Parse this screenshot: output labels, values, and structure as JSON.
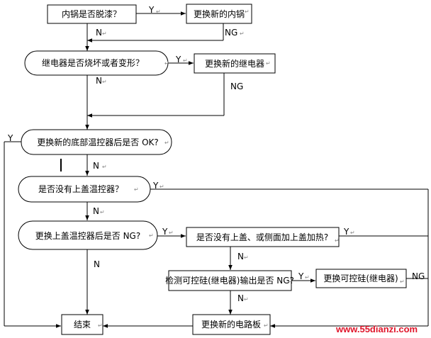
{
  "nodes": {
    "q_inner_pot": "内锅是否脱漆？",
    "replace_inner_pot": "更换新的内锅",
    "q_relay": "继电器是否烧坏或者变形？",
    "replace_relay": "更换新的继电器",
    "q_bottom_thermo": "更换新的底部温控器后是否 OK?",
    "q_no_top_thermo": "是否没有上盖温控器？",
    "q_top_thermo": "更换上盖温控器后是否 NG?",
    "q_lid_heating": "是否没有上盖、或侧面加上盖加热?",
    "q_scr_output": "检测可控硅(继电器)输出是否 NG?",
    "replace_scr": "更换可控硅(继电器)",
    "end": "结束",
    "replace_board": "更换新的电路板"
  },
  "labels": {
    "y": "Y",
    "n": "N",
    "ng": "NG",
    "return_mark": "↵"
  },
  "watermark": "www.55dianzi.com"
}
